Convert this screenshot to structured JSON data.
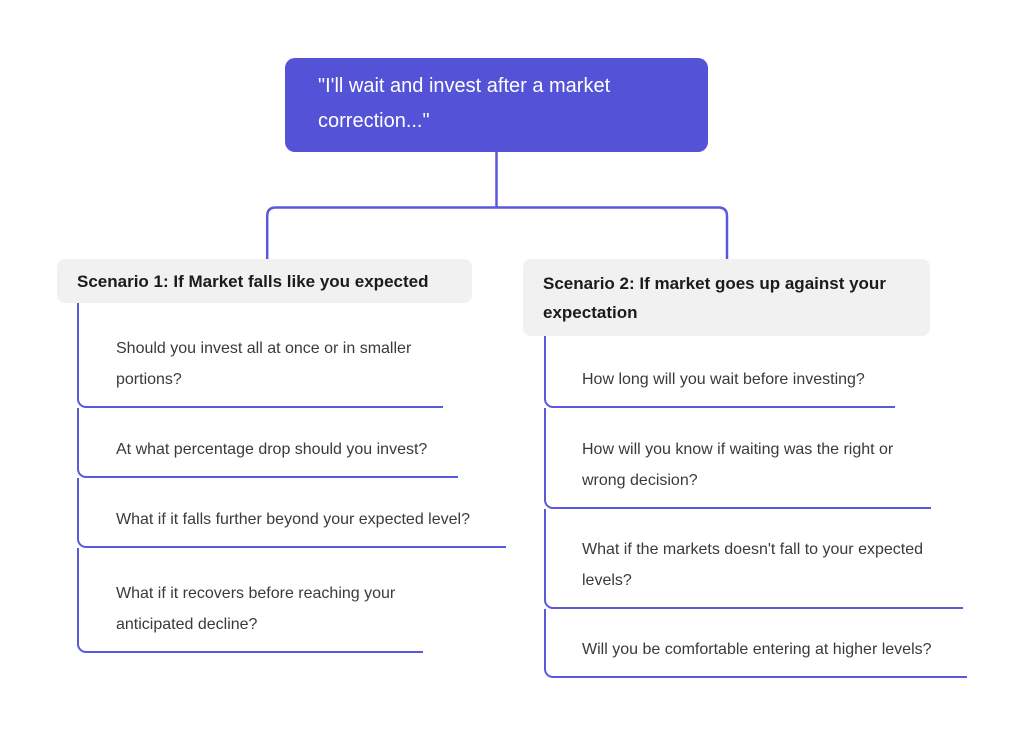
{
  "root": {
    "label": "\"I'll wait and invest after a market correction...\""
  },
  "branches": [
    {
      "title": "Scenario 1: If Market falls like you expected",
      "items": [
        "Should you invest all at once or in smaller portions?",
        "At what percentage drop should you invest?",
        "What if it falls further beyond your expected level?",
        "What if it recovers before reaching your anticipated decline?"
      ]
    },
    {
      "title": "Scenario 2: If market goes up against your expectation",
      "items": [
        "How long will you wait before investing?",
        "How will you know if waiting was the right or wrong decision?",
        "What if the markets doesn't fall to your expected levels?",
        "Will you be comfortable entering at higher levels?"
      ]
    }
  ],
  "colors": {
    "accent": "#5452d6",
    "line": "#5a59dc",
    "header_bg": "#f1f1f1",
    "header_text": "#1b1b1b",
    "leaf_text": "#3a3a3a",
    "root_text": "#ffffff",
    "canvas_bg": "#ffffff"
  }
}
